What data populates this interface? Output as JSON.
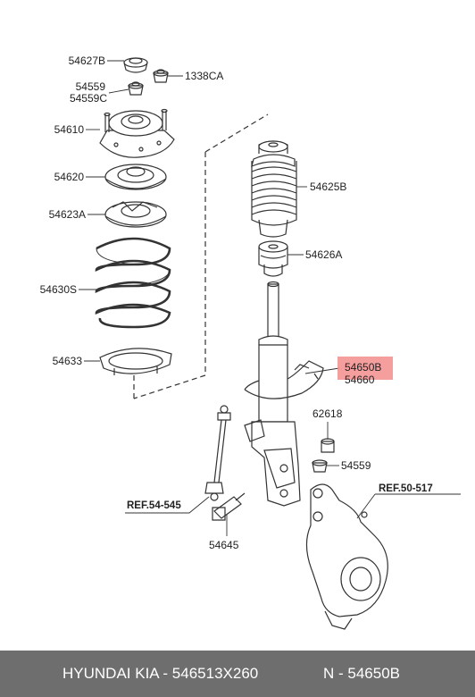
{
  "labels": {
    "p54627B": "54627B",
    "p1338CA": "1338CA",
    "p54559a": "54559",
    "p54559C": "54559C",
    "p54610": "54610",
    "p54620": "54620",
    "p54623A": "54623A",
    "p54630S": "54630S",
    "p54633": "54633",
    "p54625B": "54625B",
    "p54626A": "54626A",
    "p54650B": "54650B",
    "p54660": "54660",
    "p62618": "62618",
    "p54559b": "54559",
    "p54645": "54645",
    "ref54545": "REF.54-545",
    "ref50517": "REF.50-517"
  },
  "highlight_color": "#f28d8d",
  "footer": {
    "left": "HYUNDAI  KIA - 546513X260",
    "right": "N - 54650B"
  }
}
